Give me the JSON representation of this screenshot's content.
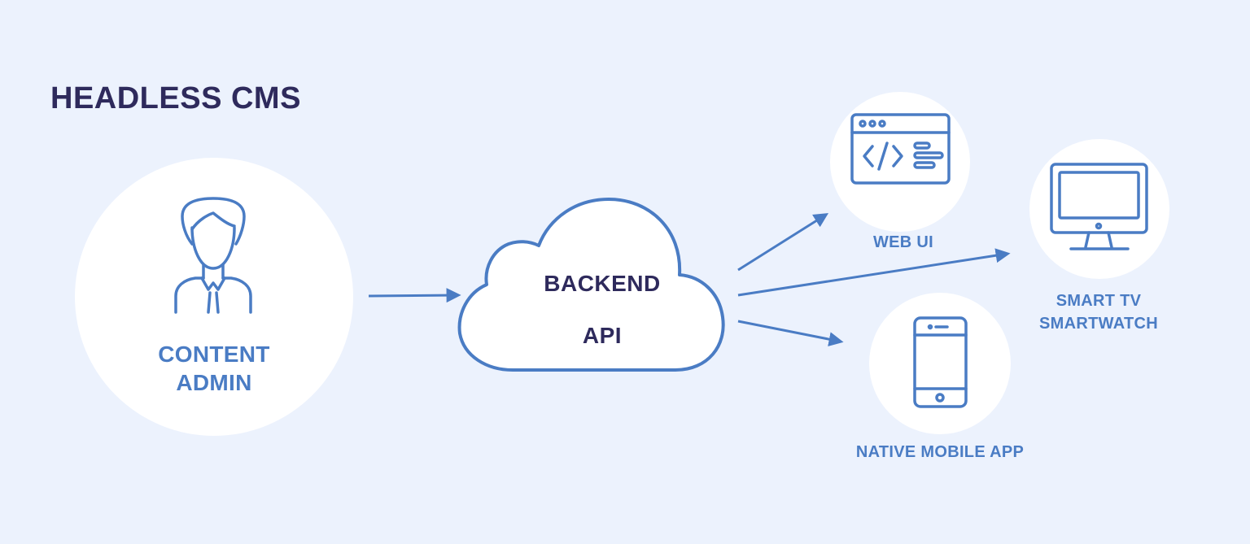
{
  "title": "HEADLESS CMS",
  "admin": {
    "label_line1": "CONTENT",
    "label_line2": "ADMIN",
    "icon": "user-icon"
  },
  "backend": {
    "line1": "BACKEND",
    "line2": "API",
    "icon": "cloud-icon"
  },
  "targets": [
    {
      "label": "WEB UI",
      "icon": "browser-code-icon"
    },
    {
      "label_line1": "SMART TV",
      "label_line2": "SMARTWATCH",
      "icon": "monitor-icon"
    },
    {
      "label": "NATIVE MOBILE APP",
      "icon": "smartphone-icon"
    }
  ],
  "colors": {
    "background": "#ecf2fd",
    "accent": "#4a7cc4",
    "title": "#2e2a5c",
    "circle": "#ffffff"
  }
}
